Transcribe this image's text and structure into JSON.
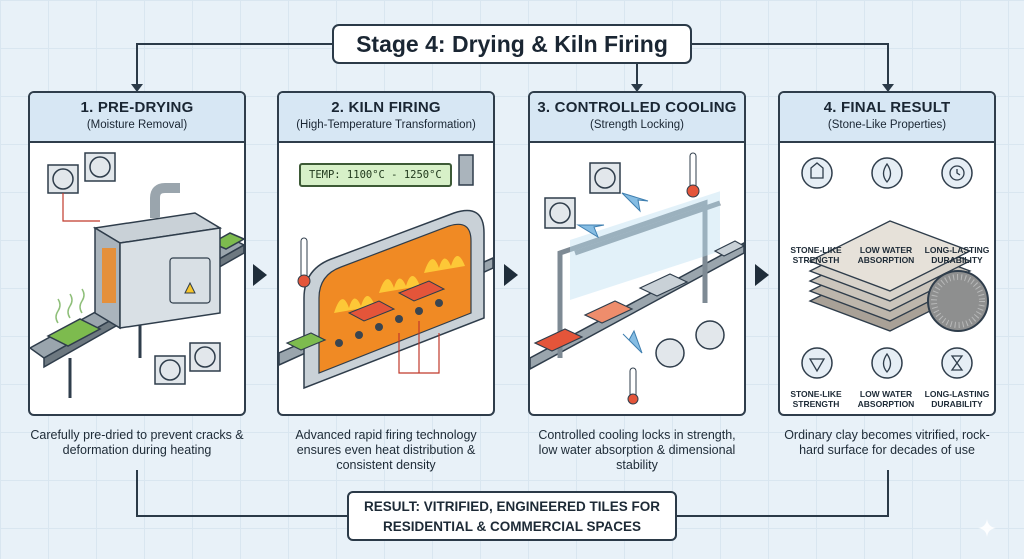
{
  "title": "Stage 4: Drying & Kiln Firing",
  "panels": [
    {
      "title": "1. PRE-DRYING",
      "subtitle": "(Moisture Removal)",
      "caption": "Carefully pre-dried to prevent cracks & deformation during heating"
    },
    {
      "title": "2. KILN FIRING",
      "subtitle": "(High-Temperature Transformation)",
      "caption": "Advanced rapid firing technology ensures even heat distribution & consistent density",
      "temp": "TEMP: 1100°C - 1250°C"
    },
    {
      "title": "3. CONTROLLED COOLING",
      "subtitle": "(Strength Locking)",
      "caption": "Controlled cooling locks in strength, low water absorption & dimensional stability"
    },
    {
      "title": "4. FINAL RESULT",
      "subtitle": "(Stone-Like Properties)",
      "caption": "Ordinary clay becomes vitrified, rock-hard surface for decades of use"
    }
  ],
  "properties": {
    "strength": "STONE-LIKE STRENGTH",
    "absorption": "LOW WATER ABSORPTION",
    "durability": "LONG-LASTING DURABILITY"
  },
  "result": {
    "line1": "RESULT: VITRIFIED, ENGINEERED TILES FOR",
    "line2": "RESIDENTIAL & COMMERCIAL SPACES"
  },
  "colors": {
    "accent": "#d7e7f4",
    "outline": "#2f3d4b",
    "fire": "#f08a24",
    "tile_green": "#7dbb4e",
    "tile_red": "#e4553a"
  }
}
